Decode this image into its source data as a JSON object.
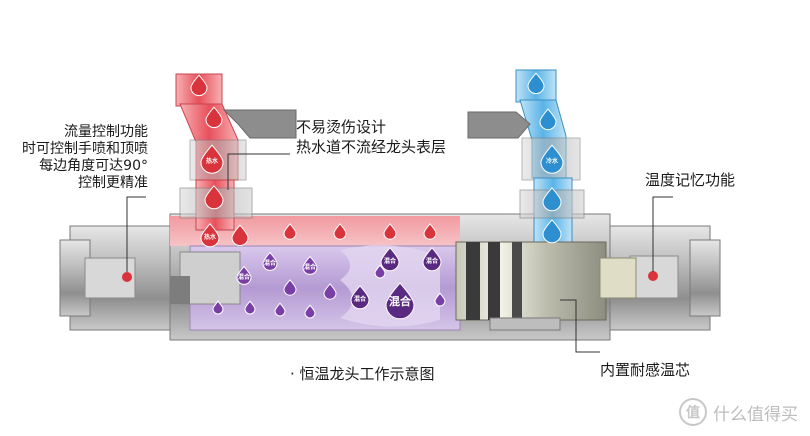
{
  "callouts": {
    "flow_control": [
      "流量控制功能",
      "时可控制手喷和顶喷",
      "每边角度可达90°",
      "控制更精准"
    ],
    "no_scald": [
      "不易烫伤设计",
      "热水道不流经龙头表层"
    ],
    "temp_memory": "温度记忆功能",
    "cartridge": "内置耐感温芯"
  },
  "caption": "· 恒温龙头工作示意图",
  "droplets": {
    "hot": "热水",
    "cold": "冷水",
    "mixed": "混合"
  },
  "watermark": {
    "logo": "值",
    "text": "什么值得买"
  },
  "colors": {
    "hot": "#e8505b",
    "cold": "#5ab4e8",
    "mixed": "#a688c8",
    "mixed_dark": "#5a2a82",
    "body": "#9a9a9a"
  }
}
